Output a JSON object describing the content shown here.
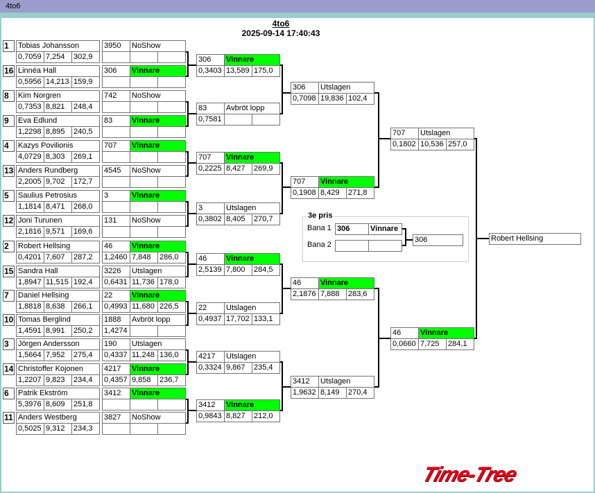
{
  "window": {
    "title": "4to6"
  },
  "header": {
    "title": "4to6",
    "datetime": "2025-09-14 17:40:43"
  },
  "colors": {
    "winner": "#00ff00",
    "titlebar": "#9b9bcc",
    "accent": "#99cccc",
    "logo": "#e00018"
  },
  "round1": [
    {
      "seed": "1",
      "name": "Tobias Johansson",
      "stats": [
        "0,7059",
        "7,254",
        "302,9"
      ],
      "race": {
        "id": "3950",
        "status": "NoShow",
        "stats": [
          "",
          "",
          ""
        ]
      }
    },
    {
      "seed": "16",
      "name": "Linnéa Hall",
      "stats": [
        "0,5956",
        "14,213",
        "159,9"
      ],
      "race": {
        "id": "306",
        "status": "Vinnare",
        "stats": [
          "",
          "",
          ""
        ]
      }
    },
    {
      "seed": "8",
      "name": "Kim Norgren",
      "stats": [
        "0,7353",
        "8,821",
        "248,4"
      ],
      "race": {
        "id": "742",
        "status": "NoShow",
        "stats": [
          "",
          "",
          ""
        ]
      }
    },
    {
      "seed": "9",
      "name": "Eva Edlund",
      "stats": [
        "1,2298",
        "8,895",
        "240,5"
      ],
      "race": {
        "id": "83",
        "status": "Vinnare",
        "stats": [
          "",
          "",
          ""
        ]
      }
    },
    {
      "seed": "4",
      "name": "Kazys Povilionis",
      "stats": [
        "4,0729",
        "8,303",
        "269,1"
      ],
      "race": {
        "id": "707",
        "status": "Vinnare",
        "stats": [
          "",
          "",
          ""
        ]
      }
    },
    {
      "seed": "13",
      "name": "Anders Rundberg",
      "stats": [
        "2,2005",
        "9,702",
        "172,7"
      ],
      "race": {
        "id": "4545",
        "status": "NoShow",
        "stats": [
          "",
          "",
          ""
        ]
      }
    },
    {
      "seed": "5",
      "name": "Saulius Petrosius",
      "stats": [
        "1,1814",
        "8,471",
        "268,0"
      ],
      "race": {
        "id": "3",
        "status": "Vinnare",
        "stats": [
          "",
          "",
          ""
        ]
      }
    },
    {
      "seed": "12",
      "name": "Joni Turunen",
      "stats": [
        "2,1816",
        "9,571",
        "169,6"
      ],
      "race": {
        "id": "131",
        "status": "NoShow",
        "stats": [
          "",
          "",
          ""
        ]
      }
    },
    {
      "seed": "2",
      "name": "Robert Hellsing",
      "stats": [
        "0,4201",
        "7,607",
        "287,2"
      ],
      "race": {
        "id": "46",
        "status": "Vinnare",
        "stats": [
          "1,2460",
          "7,848",
          "286,0"
        ]
      }
    },
    {
      "seed": "15",
      "name": "Sandra Hall",
      "stats": [
        "1,8947",
        "11,515",
        "192,4"
      ],
      "race": {
        "id": "3226",
        "status": "Utslagen",
        "stats": [
          "0,6431",
          "11,736",
          "178,0"
        ]
      }
    },
    {
      "seed": "7",
      "name": "Daniel Hellsing",
      "stats": [
        "1,8818",
        "8,638",
        "266,1"
      ],
      "race": {
        "id": "22",
        "status": "Vinnare",
        "stats": [
          "0,4993",
          "11,680",
          "226,5"
        ]
      }
    },
    {
      "seed": "10",
      "name": "Tomas Berglind",
      "stats": [
        "1,4591",
        "8,991",
        "250,2"
      ],
      "race": {
        "id": "1888",
        "status": "Avbröt lopp",
        "stats": [
          "1,4274",
          "",
          ""
        ]
      }
    },
    {
      "seed": "3",
      "name": "Jörgen Andersson",
      "stats": [
        "1,5664",
        "7,952",
        "275,4"
      ],
      "race": {
        "id": "190",
        "status": "Utslagen",
        "stats": [
          "0,4337",
          "11,248",
          "136,0"
        ]
      }
    },
    {
      "seed": "14",
      "name": "Christoffer Kojonen",
      "stats": [
        "1,2207",
        "9,823",
        "234,4"
      ],
      "race": {
        "id": "4217",
        "status": "Vinnare",
        "stats": [
          "0,4357",
          "9,858",
          "236,7"
        ]
      }
    },
    {
      "seed": "6",
      "name": "Patrik Ekström",
      "stats": [
        "5,3976",
        "8,609",
        "251,8"
      ],
      "race": {
        "id": "3412",
        "status": "Vinnare",
        "stats": [
          "",
          "",
          ""
        ]
      }
    },
    {
      "seed": "11",
      "name": "Anders Westberg",
      "stats": [
        "0,5025",
        "9,312",
        "234,3"
      ],
      "race": {
        "id": "3827",
        "status": "NoShow",
        "stats": [
          "",
          "",
          ""
        ]
      }
    }
  ],
  "round2": [
    {
      "id": "306",
      "status": "Vinnare",
      "stats": [
        "0,3403",
        "13,589",
        "175,0"
      ]
    },
    {
      "id": "83",
      "status": "Avbröt lopp",
      "stats": [
        "0,7581",
        "",
        ""
      ]
    },
    {
      "id": "707",
      "status": "Vinnare",
      "stats": [
        "0,2225",
        "8,427",
        "269,9"
      ]
    },
    {
      "id": "3",
      "status": "Utslagen",
      "stats": [
        "0,3802",
        "8,405",
        "270,7"
      ]
    },
    {
      "id": "46",
      "status": "Vinnare",
      "stats": [
        "2,5139",
        "7,800",
        "284,5"
      ]
    },
    {
      "id": "22",
      "status": "Utslagen",
      "stats": [
        "0,4937",
        "17,702",
        "133,1"
      ]
    },
    {
      "id": "4217",
      "status": "Utslagen",
      "stats": [
        "0,3324",
        "9,867",
        "235,4"
      ]
    },
    {
      "id": "3412",
      "status": "Vinnare",
      "stats": [
        "0,9843",
        "8,827",
        "212,0"
      ]
    }
  ],
  "round3": [
    {
      "id": "306",
      "status": "Utslagen",
      "stats": [
        "0,7098",
        "19,836",
        "102,4"
      ]
    },
    {
      "id": "707",
      "status": "Vinnare",
      "stats": [
        "0,1908",
        "8,429",
        "271,8"
      ]
    },
    {
      "id": "46",
      "status": "Vinnare",
      "stats": [
        "2,1876",
        "7,888",
        "283,6"
      ]
    },
    {
      "id": "3412",
      "status": "Utslagen",
      "stats": [
        "1,9632",
        "8,149",
        "270,4"
      ]
    }
  ],
  "round4": [
    {
      "id": "707",
      "status": "Utslagen",
      "stats": [
        "0,1802",
        "10,536",
        "257,0"
      ]
    },
    {
      "id": "46",
      "status": "Vinnare",
      "stats": [
        "0,0660",
        "7,725",
        "284,1"
      ]
    }
  ],
  "final": {
    "winner": "Robert Hellsing"
  },
  "third_prize": {
    "title": "3e pris",
    "lanes": [
      {
        "label": "Bana 1",
        "id": "306",
        "status": "Vinnare"
      },
      {
        "label": "Bana 2",
        "id": "",
        "status": ""
      }
    ],
    "result": "306"
  },
  "logo": {
    "text": "Time-Tree"
  }
}
